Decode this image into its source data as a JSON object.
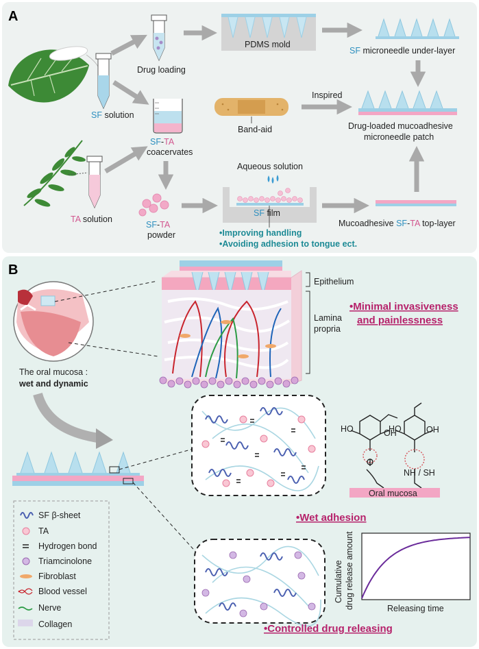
{
  "panel_a": {
    "label": "A",
    "sf_solution": {
      "sf": "SF",
      "rest": " solution"
    },
    "drug_loading": "Drug loading",
    "pdms_mold": "PDMS mold",
    "under_layer": {
      "sf": "SF",
      "rest": " microneedle under-layer"
    },
    "inspired": "Inspired",
    "band_aid": "Band-aid",
    "patch_line1": "Drug-loaded mucoadhesive",
    "patch_line2": "microneedle patch",
    "coacervates": {
      "sf": "SF",
      "dash": "-",
      "ta": "TA",
      "line2": "coacervates"
    },
    "ta_solution": {
      "ta": "TA",
      "rest": " solution"
    },
    "aqueous": "Aqueous solution",
    "powder": {
      "sf": "SF",
      "dash": "-",
      "ta": "TA",
      "line2": "powder"
    },
    "film": {
      "sf": "SF",
      "rest": " film"
    },
    "top_layer": {
      "pre": "Mucoadhesive ",
      "sf": "SF",
      "dash": "-",
      "ta": "TA",
      "rest": " top-layer"
    },
    "bullet1": "•Improving handling",
    "bullet2": "•Avoiding adhesion to tongue ect."
  },
  "panel_b": {
    "label": "B",
    "epithelium": "Epithelium",
    "lamina1": "Lamina",
    "lamina2": "propria",
    "minimal1": "•Minimal invasiveness",
    "minimal2": "and painlessness",
    "mucosa_line1": "The oral mucosa :",
    "mucosa_line2": "wet and dynamic",
    "oral_mucosa": "Oral mucosa",
    "nh_sh": "NH / SH",
    "wet_adhesion": "•Wet adhesion",
    "controlled": "•Controlled drug releasing",
    "release_chart_ylabel1": "Cumulative",
    "release_chart_ylabel2": "drug release amount",
    "release_chart_xlabel": "Releasing time",
    "legend": [
      {
        "icon": "sf-beta-sheet-icon",
        "text": "SF β-sheet"
      },
      {
        "icon": "ta-icon",
        "text": "TA"
      },
      {
        "icon": "hydrogen-bond-icon",
        "text": "Hydrogen bond"
      },
      {
        "icon": "triamcinolone-icon",
        "text": "Triamcinolone"
      },
      {
        "icon": "fibroblast-icon",
        "text": "Fibroblast"
      },
      {
        "icon": "blood-vessel-icon",
        "text": "Blood vessel"
      },
      {
        "icon": "nerve-icon",
        "text": "Nerve"
      },
      {
        "icon": "collagen-icon",
        "text": "Collagen"
      }
    ]
  },
  "colors": {
    "sf_blue": "#2d8fbf",
    "ta_pink": "#d2578f",
    "highlight": "#b6226b",
    "note": "#1d8a95",
    "panel_b_bg": "#e6f1ee",
    "curve": "#6a2b9a"
  }
}
